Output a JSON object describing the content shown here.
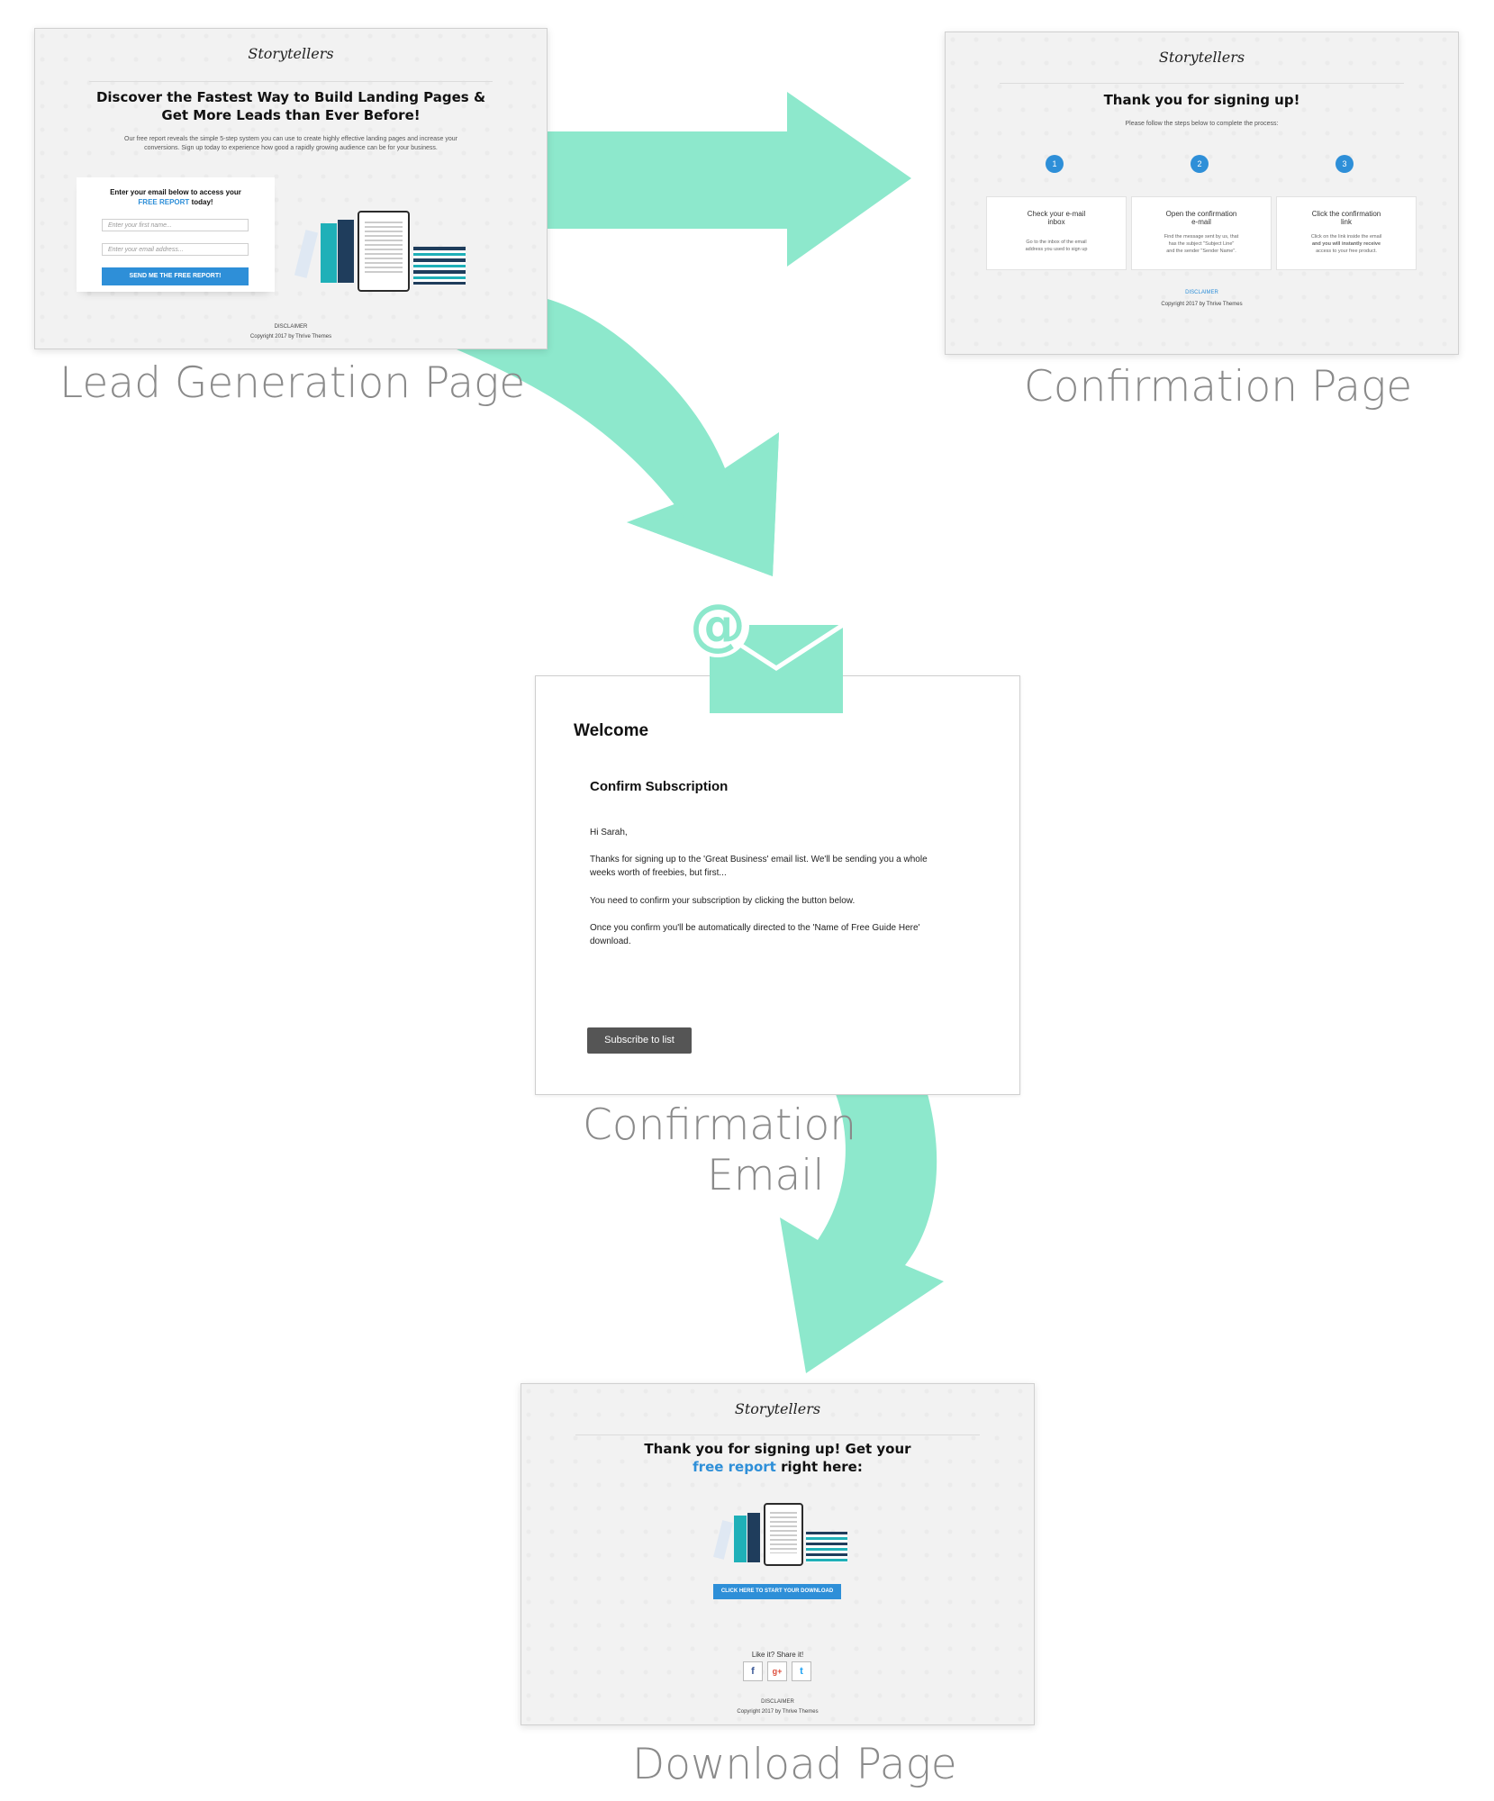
{
  "colors": {
    "arrow": "#8de8cc",
    "accent_blue": "#2e8fd8",
    "caption": "#8a8a8a",
    "email_button": "#555555"
  },
  "lead_page": {
    "logo": "Storytellers",
    "headline_line1": "Discover the Fastest Way to Build Landing Pages &",
    "headline_line2": "Get More Leads than Ever Before!",
    "intro_line1": "Our free report reveals the simple 5-step system you can use to create highly effective landing pages and increase your",
    "intro_line2": "conversions. Sign up today to experience how good a rapidly growing audience can be for your business.",
    "form_title": "Enter your email below to access your",
    "form_title_highlight": "FREE REPORT",
    "form_title_end": "today!",
    "first_name_placeholder": "Enter your first name...",
    "email_placeholder": "Enter your email address...",
    "submit_label": "SEND ME THE FREE REPORT!",
    "disclaimer": "DISCLAIMER",
    "copyright": "Copyright 2017 by Thrive Themes",
    "caption": "Lead Generation Page"
  },
  "confirmation_page": {
    "logo": "Storytellers",
    "title": "Thank you for signing up!",
    "subtitle": "Please follow the steps below to complete the process:",
    "steps": [
      {
        "num": "1",
        "title_l1": "Check your e-mail",
        "title_l2": "inbox",
        "desc_l1": "Go to the inbox of the email",
        "desc_l2": "address you used to sign up",
        "desc_l3": ""
      },
      {
        "num": "2",
        "title_l1": "Open the confirmation",
        "title_l2": "e-mail",
        "desc_l1": "Find the message sent by us, that",
        "desc_l2": "has the subject \"Subject Line\"",
        "desc_l3": "and the sender \"Sender Name\"."
      },
      {
        "num": "3",
        "title_l1": "Click the confirmation",
        "title_l2": "link",
        "desc_l1": "Click on the link inside the email",
        "desc_l2": "and you will instantly receive",
        "desc_l3": "access to your free product."
      }
    ],
    "disclaimer": "DISCLAIMER",
    "copyright": "Copyright 2017 by Thrive Themes",
    "caption": "Confirmation Page"
  },
  "email": {
    "icon_symbol": "@",
    "heading": "Welcome",
    "subheading": "Confirm Subscription",
    "greeting": "Hi Sarah,",
    "para1_l1": "Thanks for signing up to the 'Great Business' email list. We'll be sending you a whole",
    "para1_l2": "weeks worth of freebies, but first...",
    "para2": "You need to confirm your subscription by clicking the button below.",
    "para3_l1": "Once you confirm you'll be automatically directed to the 'Name of Free Guide Here'",
    "para3_l2": "download.",
    "button_label": "Subscribe to list",
    "caption_l1": "Confirmation",
    "caption_l2": "Email"
  },
  "download_page": {
    "logo": "Storytellers",
    "title_l1": "Thank you for signing up! Get your",
    "title_highlight": "free report",
    "title_end": "right here:",
    "download_label": "CLICK HERE TO START YOUR DOWNLOAD",
    "share_text": "Like it? Share it!",
    "social": [
      "f",
      "g+",
      "t"
    ],
    "disclaimer": "DISCLAIMER",
    "copyright": "Copyright 2017 by Thrive Themes",
    "caption": "Download Page"
  }
}
